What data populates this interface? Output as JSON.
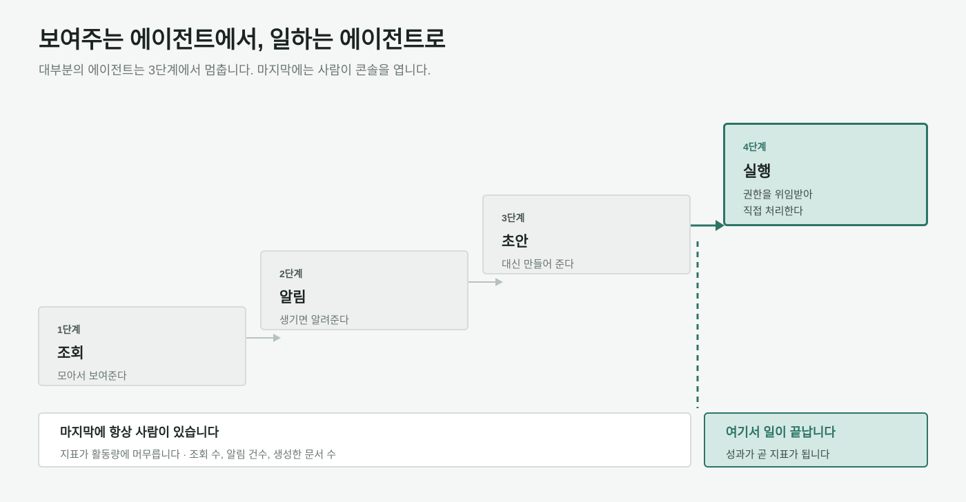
{
  "header": {
    "title": "보여주는 에이전트에서, 일하는 에이전트로",
    "subtitle": "대부분의 에이전트는 3단계에서 멈춥니다. 마지막에는 사람이 콘솔을 엽니다."
  },
  "stages": [
    {
      "step": "1단계",
      "name": "조회",
      "desc": "모아서 보여준다"
    },
    {
      "step": "2단계",
      "name": "알림",
      "desc": "생기면 알려준다"
    },
    {
      "step": "3단계",
      "name": "초안",
      "desc": "대신 만들어 준다"
    },
    {
      "step": "4단계",
      "name": "실행",
      "desc_line1": "권한을 위임받아",
      "desc_line2": "직접 처리한다"
    }
  ],
  "bottom": {
    "title": "마지막에 항상 사람이 있습니다",
    "desc": "지표가 활동량에 머무릅니다 · 조회 수, 알림 건수, 생성한 문서 수"
  },
  "end": {
    "title": "여기서 일이 끝납니다",
    "desc": "성과가 곧 지표가 됩니다"
  },
  "colors": {
    "accent": "#2c7465",
    "accent_bg": "#d5e9e4",
    "stage_bg": "#edf0ef",
    "stage_border": "#d6dcda",
    "connector_gray": "#b7c2bf",
    "page_bg": "#f5f7f6"
  }
}
